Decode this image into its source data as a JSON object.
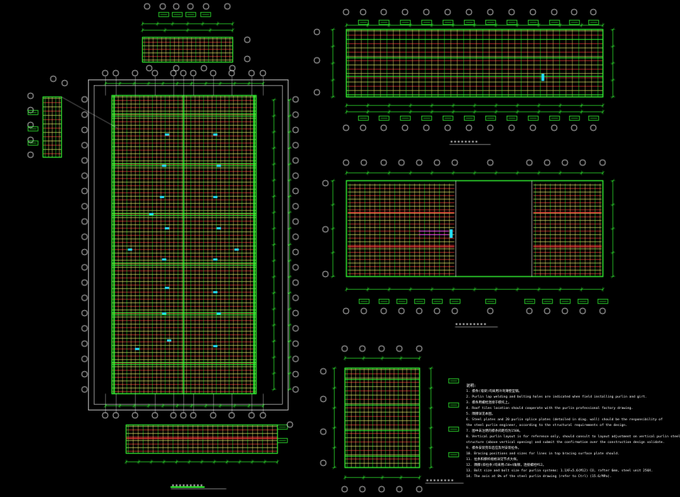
{
  "colors": {
    "background": "#000000",
    "grid_line": "#ffffff",
    "structure_green": "#35ff35",
    "member_red": "#ff3b3b",
    "member_yellow": "#e8e86a",
    "highlight_cyan": "#22e0ff",
    "annotation_white": "#ffffff",
    "annotation_magenta": "#ff4dff"
  },
  "drawing": {
    "type": "CAD steel-structure purlin layout sheet (black model space)",
    "views": [
      {
        "key": "main_plan"
      },
      {
        "key": "plan_b"
      },
      {
        "key": "plan_c"
      },
      {
        "key": "plan_d"
      },
      {
        "key": "detail_top_left"
      },
      {
        "key": "detail_left"
      },
      {
        "key": "detail_bottom"
      }
    ],
    "notes_title": "说明:",
    "notes_lines": [
      "1. 檩条(墙梁)均采用冷弯薄壁型钢。",
      "2. Purlin lap welding and bolting holes are indicated when field installing purlin and girt.",
      "3. 檩条用螺栓连接于檩托上。",
      "4. Roof tiles location should cooperate with the purlin professional factory drawing.",
      "5. 隅撑详见本图。",
      "6. Steel plates and 20 purlin splice plates (detailed in diag. wall) should be the responsibility of",
      "   the steel purlin engineer, according to the structural requirements of the design.",
      "7. 图中未注明的檩条间距均为1500。",
      "8. Vertical purlin layout is for reference only, should consult to layout adjustment on vertical purlin steel",
      "   structure (above vertical opening) and submit the confirmation over the construction design validate.",
      "9. 檩条安装完毕后应及时安装拉条。",
      "10. Bracing positions and sizes for lines in top bracing surface plate should.",
      "11. 拉条和撑杆规格详见节点大样。",
      "12. 隅撑(斜拉条)均采用∠50×4角钢，连接螺栓M12。",
      "13. Bolt size and bolt size for purlin systems: 1.1XF=5.6(M12) CO, rafter 6mm, steel unit 250X.",
      "14. The axis at 8% of the steel purlin drawing (refer to Ctrl) (15.6/MPa)."
    ]
  }
}
